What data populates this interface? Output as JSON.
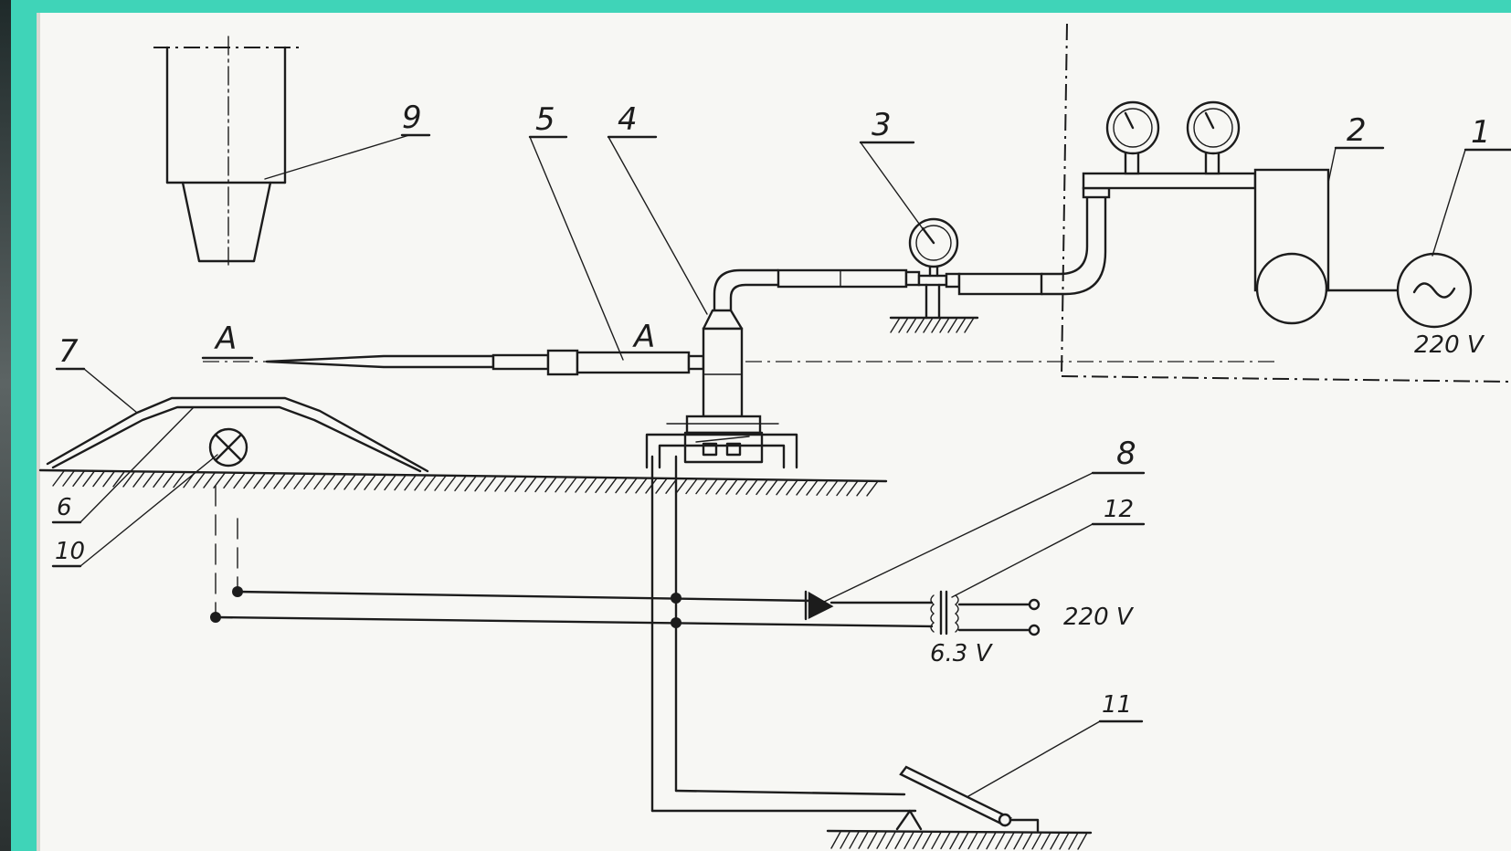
{
  "labels": {
    "n1": "1",
    "n2": "2",
    "n3": "3",
    "n4": "4",
    "n5": "5",
    "n6": "6",
    "n7": "7",
    "n8": "8",
    "n9": "9",
    "n10": "10",
    "n11": "11",
    "n12": "12",
    "section": "A",
    "section2": "A"
  },
  "voltages": {
    "mains_top": "220 V",
    "mains_bottom": "220 V",
    "secondary": "6.3 V"
  },
  "colors": {
    "frame": "#3fd4b8",
    "paper": "#f7f7f4",
    "ink": "#1c1c1c"
  }
}
